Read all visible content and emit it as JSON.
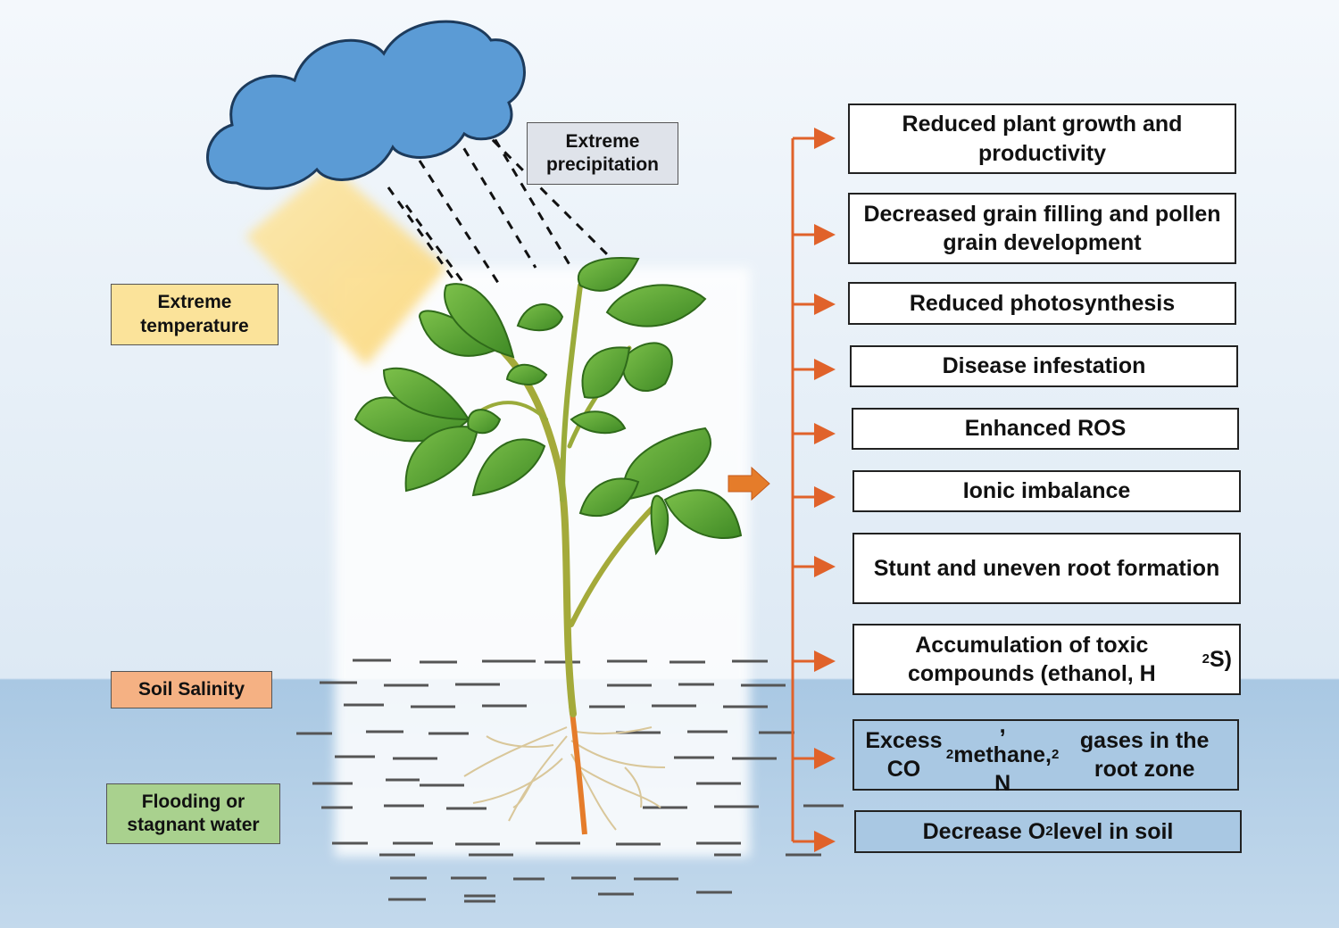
{
  "factors": {
    "extreme_temperature": "Extreme temperature",
    "extreme_precipitation": "Extreme precipitation",
    "soil_salinity": "Soil Salinity",
    "flooding": "Flooding or stagnant water"
  },
  "effects": [
    "Reduced plant growth and productivity",
    "Decreased grain filling and pollen grain development",
    "Reduced photosynthesis",
    "Disease infestation",
    "Enhanced ROS",
    "Ionic imbalance",
    "Stunt and uneven root formation",
    "Accumulation of toxic compounds (ethanol, H2S)",
    "Excess CO2, methane, N2 gases in the root zone",
    "Decrease O2 level in soil"
  ],
  "colors": {
    "cloud": "#5b9bd5",
    "sun": "#fbd77a",
    "water": "#a9c8e3",
    "leaf": "#4a9b2c",
    "arrow": "#e0622a",
    "temperature_tag": "#fbe39a",
    "precipitation_tag": "#dfe3ea",
    "salinity_tag": "#f5b183",
    "flooding_tag": "#a9d18e"
  }
}
